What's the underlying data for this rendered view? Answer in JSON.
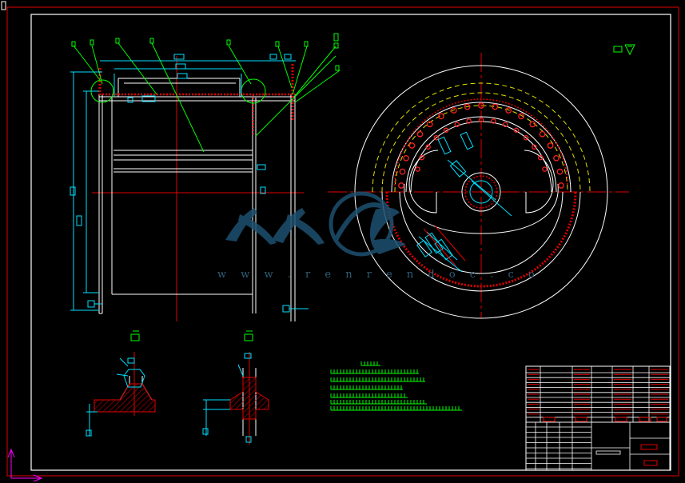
{
  "watermark": {
    "url_text": "w w w . r e n r e n d o c . c o",
    "color": "#2f5f78"
  },
  "colors": {
    "frame": "#e00000",
    "inner_frame": "#ffffff",
    "center_line": "#e00000",
    "dimension": "#00e0ff",
    "leader": "#00ff00",
    "hidden_line": "#e0e000",
    "section_hatch": "#c00000",
    "text_note": "#00ff00",
    "ucs": "#ff00ff"
  },
  "icons": {
    "surface_finish": "surface-finish-symbol",
    "ucs": "ucs-axis-icon",
    "section_mark": "section-marker"
  }
}
